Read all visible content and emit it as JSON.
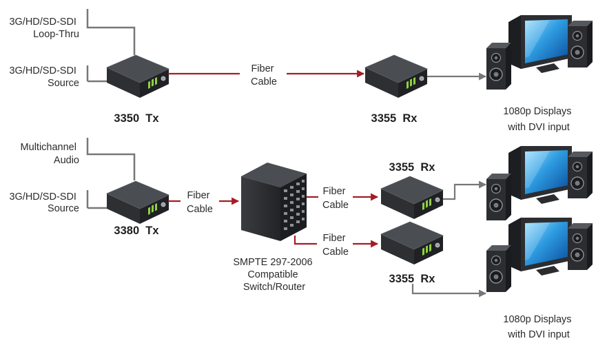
{
  "top": {
    "input_loop": [
      "3G/HD/SD-SDI",
      "Loop-Thru"
    ],
    "input_source": [
      "3G/HD/SD-SDI",
      "Source"
    ],
    "tx_name": "3350  Tx",
    "fiber": [
      "Fiber",
      "Cable"
    ],
    "rx_name": "3355  Rx",
    "displays": [
      "1080p Displays",
      "with DVI input"
    ]
  },
  "bottom": {
    "input_audio": [
      "Multichannel",
      "Audio"
    ],
    "input_source": [
      "3G/HD/SD-SDI",
      "Source"
    ],
    "tx_name": "3380  Tx",
    "fiber_in": [
      "Fiber",
      "Cable"
    ],
    "switch": [
      "SMPTE 297-2006",
      "Compatible",
      "Switch/Router"
    ],
    "fiber_out_1": [
      "Fiber",
      "Cable"
    ],
    "fiber_out_2": [
      "Fiber",
      "Cable"
    ],
    "rx1_name": "3355  Rx",
    "rx2_name": "3355  Rx",
    "displays": [
      "1080p Displays",
      "with DVI input"
    ]
  },
  "colors": {
    "fiber": "#a51c24",
    "copper": "#777777",
    "device_body": "#2a2c2f",
    "led": "#8fd13f"
  }
}
